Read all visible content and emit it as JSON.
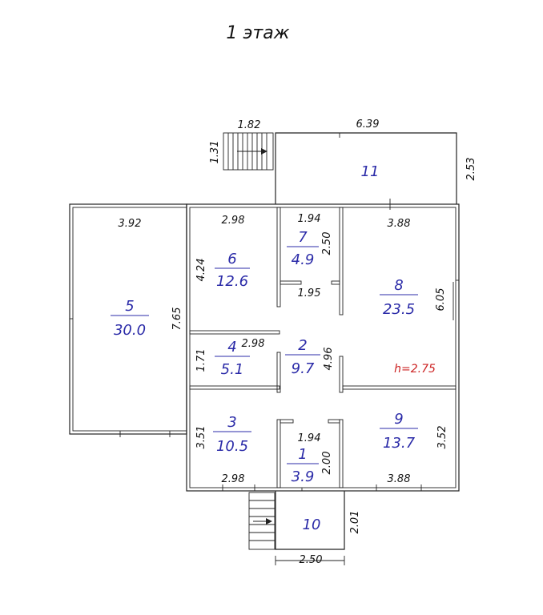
{
  "title": "1 этаж",
  "colors": {
    "room_text": "#2b2ba8",
    "height_text": "#cc2222",
    "line": "#222222"
  },
  "rooms": {
    "r1": {
      "num": "1",
      "area": "3.9"
    },
    "r2": {
      "num": "2",
      "area": "9.7"
    },
    "r3": {
      "num": "3",
      "area": "10.5"
    },
    "r4": {
      "num": "4",
      "area": "5.1"
    },
    "r5": {
      "num": "5",
      "area": "30.0"
    },
    "r6": {
      "num": "6",
      "area": "12.6"
    },
    "r7": {
      "num": "7",
      "area": "4.9"
    },
    "r8": {
      "num": "8",
      "area": "23.5"
    },
    "r9": {
      "num": "9",
      "area": "13.7"
    },
    "r10": {
      "num": "10"
    },
    "r11": {
      "num": "11"
    }
  },
  "ceiling_height": "h=2.75",
  "dims": {
    "porch_stair_width": "1.82",
    "porch_stair_depth": "1.31",
    "terrace_width": "6.39",
    "terrace_depth": "2.53",
    "room5_width": "3.92",
    "room5_depth": "7.65",
    "room6_width": "2.98",
    "room6_depth": "4.24",
    "room7_width": "1.94",
    "room7_depth": "2.50",
    "room7_inner": "1.95",
    "room8_width": "3.88",
    "room8_depth": "6.05",
    "room4_width": "2.98",
    "room4_depth": "1.71",
    "hall_depth": "4.96",
    "room3_depth": "3.51",
    "room3_width": "2.98",
    "room1_width": "1.94",
    "room1_depth": "2.00",
    "room9_width": "3.88",
    "room9_depth": "3.52",
    "entry_depth": "2.01",
    "entry_width": "2.50"
  }
}
